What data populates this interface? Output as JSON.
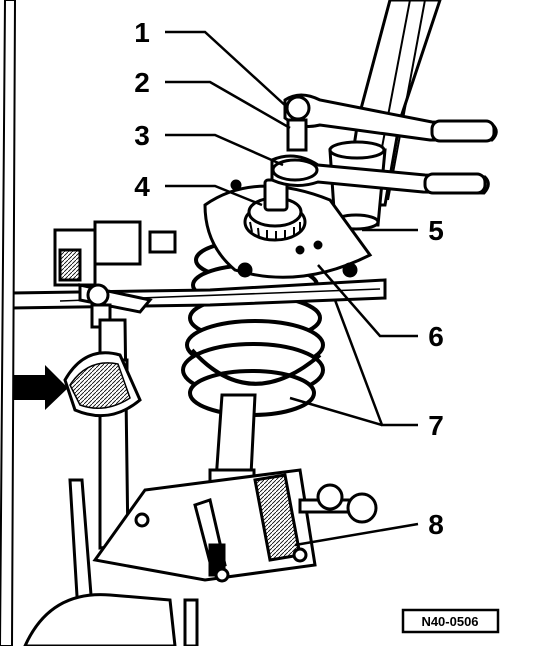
{
  "figure": {
    "id": "N40-0506"
  },
  "callouts": [
    {
      "number": "1"
    },
    {
      "number": "2"
    },
    {
      "number": "3"
    },
    {
      "number": "4"
    },
    {
      "number": "5"
    },
    {
      "number": "6"
    },
    {
      "number": "7"
    },
    {
      "number": "8"
    }
  ],
  "colors": {
    "ink": "#000000",
    "paper": "#ffffff"
  }
}
